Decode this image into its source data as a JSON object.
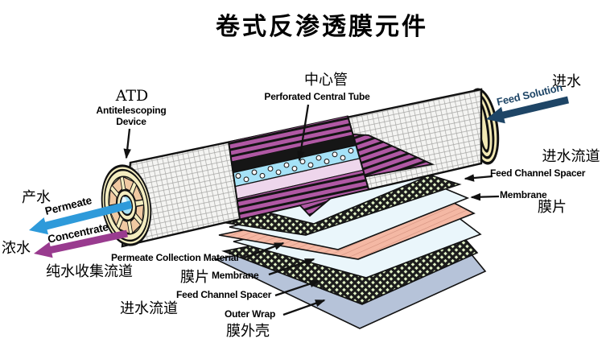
{
  "labels": {
    "title": "卷式反渗透膜元件",
    "atd_abbr": "ATD",
    "atd_en": "Antitelescoping Device",
    "central_zh": "中心管",
    "central_en": "Perforated Central Tube",
    "feed_zh": "进水",
    "feed_en": "Feed Solution",
    "feed_spacer_zh": "进水流道",
    "feed_spacer_en": "Feed Channel Spacer",
    "membrane_en": "Membrane",
    "membrane_zh": "膜片",
    "permeate_zh": "产水",
    "permeate_en": "Permeate",
    "concentrate_en": "Concentrate",
    "concentrate_zh": "浓水",
    "collection_zh": "纯水收集流道",
    "collection_en": "Permeate Collection Material",
    "outer_en": "Outer Wrap",
    "outer_zh": "膜外壳"
  },
  "colors": {
    "feed_arrow": "#1e4566",
    "permeate_arrow": "#2e9ada",
    "concentrate_arrow": "#993b8f",
    "leaf_purple": "#b058a4",
    "tube_blue": "#a5e2f7",
    "spacer_green": "#dff0c4",
    "collection_pink": "#f4b8a4",
    "wrap_gray": "#b6c3d9",
    "cap_cream": "#f4edc0",
    "cap_tan": "#f0c9a2"
  }
}
